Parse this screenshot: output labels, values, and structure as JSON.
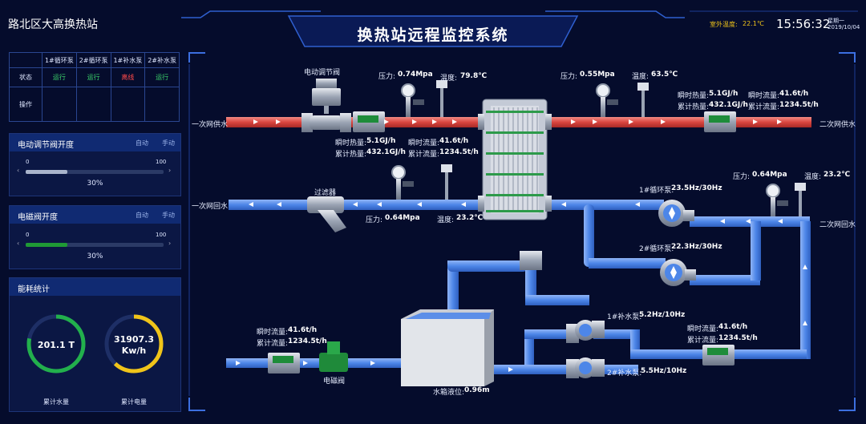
{
  "header": {
    "site_name": "路北区大高换热站",
    "system_title": "换热站远程监控系统",
    "outdoor_label": "室外温度:",
    "outdoor_value": "22.1℃",
    "time": "15:56:32",
    "weekday": "星期一",
    "date": "2019/10/04"
  },
  "pump_table": {
    "columns": [
      "1#循环泵",
      "2#循环泵",
      "1#补水泵",
      "2#补水泵"
    ],
    "status_label": "状态",
    "status": [
      "运行",
      "运行",
      "离线",
      "运行"
    ],
    "operate_label": "操作",
    "colors": {
      "running": "#3bd36b",
      "offline": "#ff4a4a"
    }
  },
  "valve_panel": {
    "title": "电动调节阀开度",
    "auto": "自动",
    "manual": "手动",
    "min": "0",
    "max": "100",
    "value_text": "30%",
    "value": 30,
    "bar_color": "#a9b4cc"
  },
  "solenoid_panel": {
    "title": "电磁阀开度",
    "auto": "自动",
    "manual": "手动",
    "min": "0",
    "max": "100",
    "value_text": "30%",
    "value": 30,
    "bar_color": "#1f9a35"
  },
  "energy_panel": {
    "title": "能耗统计",
    "water_value": "201.1 T",
    "water_label": "累计水量",
    "water_fraction": 0.78,
    "water_color": "#22b04c",
    "power_value_1": "31907.3",
    "power_value_2": "Kw/h",
    "power_label": "累计电量",
    "power_fraction": 0.62,
    "power_color": "#f0c419"
  },
  "diagram": {
    "primary_supply_label": "一次网供水",
    "secondary_supply_label": "二次网供水",
    "primary_return_label": "一次网回水",
    "secondary_return_label": "二次网回水",
    "electric_valve_label": "电动调节阀",
    "filter_label": "过滤器",
    "solenoid_valve_label": "电磁阀",
    "supply_top_left": {
      "p_label": "压力:",
      "p_value": "0.74Mpa",
      "t_label": "温度:",
      "t_value": "79.8℃"
    },
    "supply_top_right": {
      "p_label": "压力:",
      "p_value": "0.55Mpa",
      "t_label": "温度:",
      "t_value": "63.5℃"
    },
    "meter_left": {
      "inst_heat": "瞬时热量:",
      "inst_heat_v": "5.1GJ/h",
      "cum_heat": "累计热量:",
      "cum_heat_v": "432.1GJ/h",
      "inst_flow": "瞬时流量:",
      "inst_flow_v": "41.6t/h",
      "cum_flow": "累计流量:",
      "cum_flow_v": "1234.5t/h"
    },
    "meter_right": {
      "inst_heat": "瞬时热量:",
      "inst_heat_v": "5.1GJ/h",
      "cum_heat": "累计热量:",
      "cum_heat_v": "432.1GJ/h",
      "inst_flow": "瞬时流量:",
      "inst_flow_v": "41.6t/h",
      "cum_flow": "累计流量:",
      "cum_flow_v": "1234.5t/h"
    },
    "return_primary": {
      "p_label": "压力:",
      "p_value": "0.64Mpa",
      "t_label": "温度:",
      "t_value": "23.2℃"
    },
    "return_secondary": {
      "p_label": "压力:",
      "p_value": "0.64Mpa",
      "t_label": "温度:",
      "t_value": "23.2℃"
    },
    "circ_pump_1": {
      "label": "1#循环泵:",
      "value": "23.5Hz/30Hz"
    },
    "circ_pump_2": {
      "label": "2#循环泵:",
      "value": "22.3Hz/30Hz"
    },
    "makeup_pump_1": {
      "label": "1#补水泵:",
      "value": "5.2Hz/10Hz"
    },
    "makeup_pump_2": {
      "label": "2#补水泵:",
      "value": "5.5Hz/10Hz"
    },
    "inlet_meter": {
      "inst_flow": "瞬时流量:",
      "inst_flow_v": "41.6t/h",
      "cum_flow": "累计流量:",
      "cum_flow_v": "1234.5t/h"
    },
    "makeup_meter": {
      "inst_flow": "瞬时流量:",
      "inst_flow_v": "41.6t/h",
      "cum_flow": "累计流量:",
      "cum_flow_v": "1234.5t/h"
    },
    "tank_level_label": "水箱液位:",
    "tank_level_value": "0.96m",
    "colors": {
      "hot_pipe": "#e0504a",
      "cold_pipe": "#4d86e8",
      "frame": "#3c6fe0"
    }
  }
}
